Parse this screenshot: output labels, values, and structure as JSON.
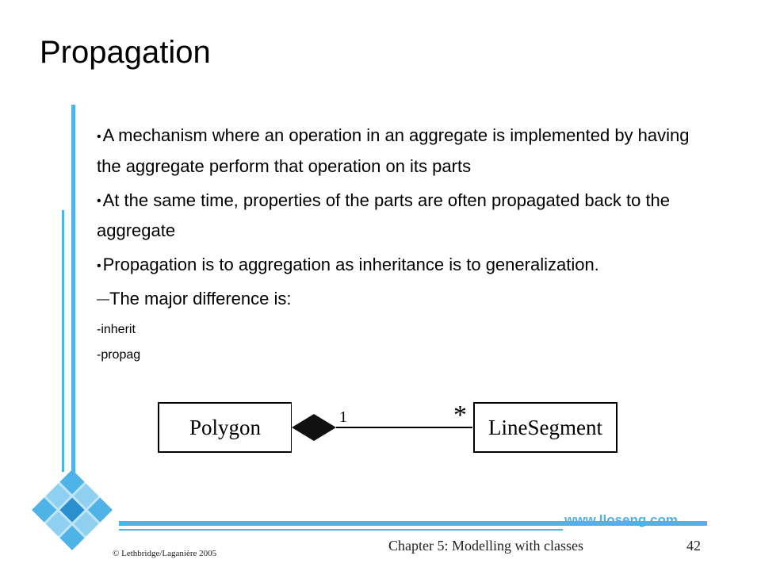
{
  "slide": {
    "title": "Propagation",
    "bullets": [
      "A mechanism where an operation in an aggregate is implemented by having the aggregate perform that operation on its parts",
      "At the same time, properties of the parts are often propagated back to the aggregate",
      "Propagation is to aggregation as inheritance is to generalization."
    ],
    "sub_bullet": "The major difference is:",
    "sub_sub_bullets": [
      "-inherit",
      "-propag"
    ]
  },
  "diagram": {
    "class_left": "Polygon",
    "class_right": "LineSegment",
    "multiplicity_left": "1",
    "multiplicity_right": "*"
  },
  "footer": {
    "copyright": "© Lethbridge/Laganière 2005",
    "chapter": "Chapter 5: Modelling with classes",
    "page": "42",
    "website": "www.lloseng.com"
  },
  "colors": {
    "accent": "#4fb3e8",
    "text": "#000000"
  }
}
